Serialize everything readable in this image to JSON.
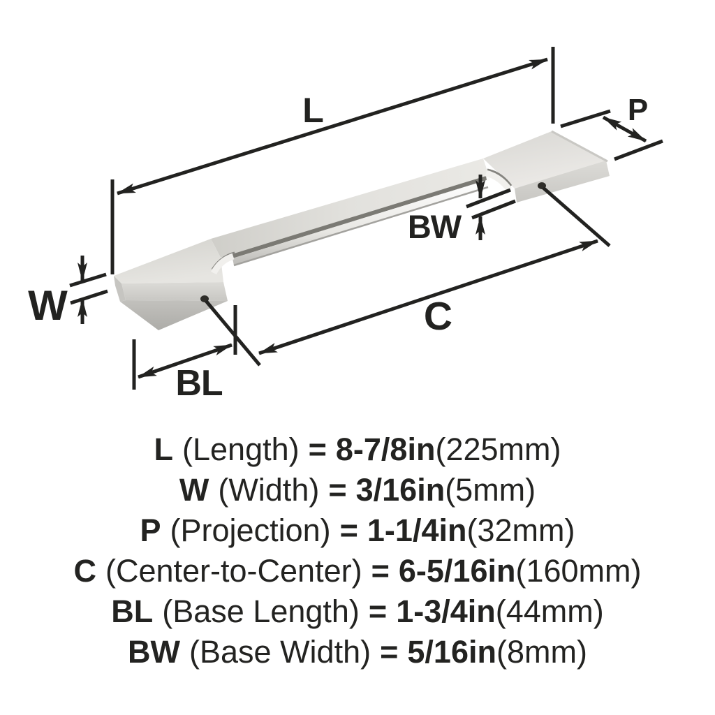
{
  "diagram": {
    "subject": "bar-pull-handle",
    "callouts": [
      {
        "id": "length",
        "label": "L"
      },
      {
        "id": "projection",
        "label": "P"
      },
      {
        "id": "base-width",
        "label": "BW"
      },
      {
        "id": "center-to-center",
        "label": "C"
      },
      {
        "id": "width",
        "label": "W"
      },
      {
        "id": "base-length",
        "label": "BL"
      }
    ]
  },
  "spec_lines": [
    {
      "label": "L",
      "name": "(Length)",
      "eq": "=",
      "inches": "8-7/8in",
      "mm": "(225mm)"
    },
    {
      "label": "W",
      "name": "(Width)",
      "eq": "=",
      "inches": "3/16in",
      "mm": "(5mm)"
    },
    {
      "label": "P",
      "name": "(Projection)",
      "eq": "=",
      "inches": "1-1/4in",
      "mm": "(32mm)"
    },
    {
      "label": "C",
      "name": "(Center-to-Center)",
      "eq": "=",
      "inches": "6-5/16in",
      "mm": "(160mm)"
    },
    {
      "label": "BL",
      "name": "(Base Length)",
      "eq": "=",
      "inches": "1-3/4in",
      "mm": "(44mm)"
    },
    {
      "label": "BW",
      "name": "(Base Width)",
      "eq": "=",
      "inches": "5/16in",
      "mm": "(8mm)"
    }
  ],
  "colors": {
    "ink": "#222220",
    "metal_light": "#eceae7",
    "metal_mid": "#d9d8d4",
    "metal_dark": "#b7b6b2",
    "slot_dark": "#7b7a74",
    "background": "#ffffff"
  }
}
